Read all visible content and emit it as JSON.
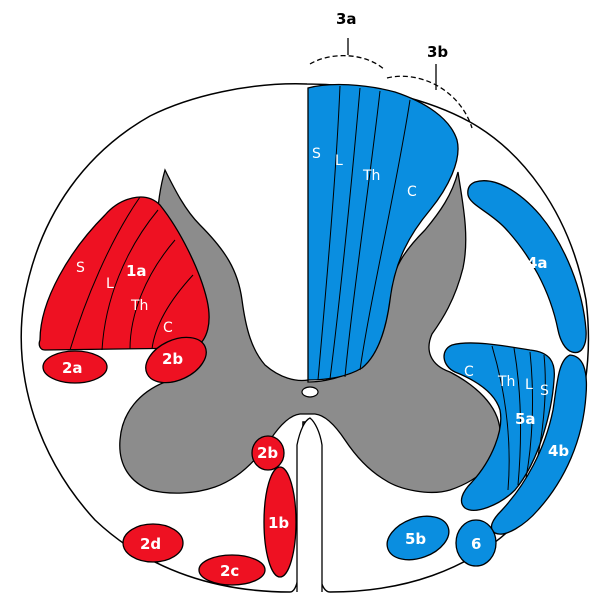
{
  "colors": {
    "red": "#ee1122",
    "blue": "#0a8ee0",
    "gray": "#8c8c8c",
    "outline": "#000000",
    "background": "#ffffff"
  },
  "labels": {
    "tract_3a": "3a",
    "tract_3b": "3b",
    "tract_1a": "1a",
    "tract_1b": "1b",
    "tract_2a": "2a",
    "tract_2b_upper": "2b",
    "tract_2b_lower": "2b",
    "tract_2c": "2c",
    "tract_2d": "2d",
    "tract_4a": "4a",
    "tract_4b": "4b",
    "tract_5a": "5a",
    "tract_5b": "5b",
    "tract_6": "6",
    "dorsal_S": "S",
    "dorsal_L": "L",
    "dorsal_Th": "Th",
    "dorsal_C": "C",
    "lat1a_S": "S",
    "lat1a_L": "L",
    "lat1a_Th": "Th",
    "lat1a_C": "C",
    "t5a_C": "C",
    "t5a_Th": "Th",
    "t5a_L": "L",
    "t5a_S": "S"
  }
}
